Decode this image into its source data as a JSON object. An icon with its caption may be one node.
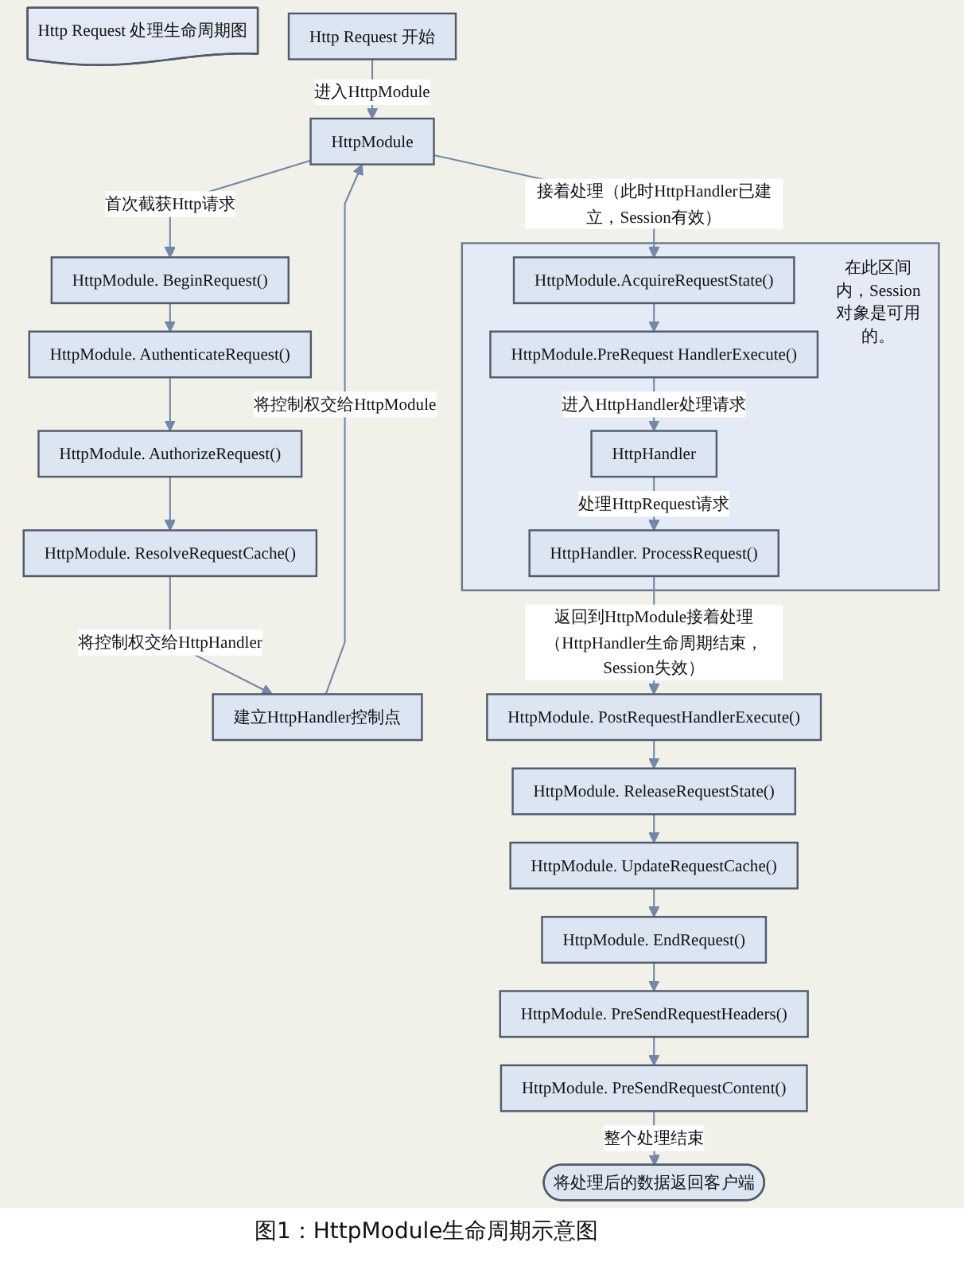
{
  "diagram": {
    "caption": "图1：HttpModule生命周期示意图",
    "nodes": [
      {
        "text": [
          "Http Request 处理生命周期图"
        ]
      },
      {
        "text": [
          "Http Request 开始"
        ]
      },
      {
        "text": [
          "HttpModule"
        ]
      },
      {
        "text": [
          "HttpModule. BeginRequest()"
        ]
      },
      {
        "text": [
          "HttpModule. AuthenticateRequest()"
        ]
      },
      {
        "text": [
          "HttpModule. AuthorizeRequest()"
        ]
      },
      {
        "text": [
          "HttpModule. ResolveRequestCache()"
        ]
      },
      {
        "text": [
          "建立HttpHandler控制点"
        ]
      },
      {
        "text": [
          "在此区间内，Session对象是可用的。"
        ]
      },
      {
        "text": [
          "HttpModule.AcquireRequestState()"
        ],
        "in": 8
      },
      {
        "text": [
          "HttpModule.PreRequest HandlerExecute()"
        ],
        "in": 8
      },
      {
        "text": [
          "HttpHandler"
        ],
        "in": 8
      },
      {
        "text": [
          "HttpHandler. ProcessRequest()"
        ],
        "in": 8
      },
      {
        "text": [
          "HttpModule. PostRequestHandlerExecute()"
        ]
      },
      {
        "text": [
          "HttpModule. ReleaseRequestState()"
        ]
      },
      {
        "text": [
          "HttpModule. UpdateRequestCache()"
        ]
      },
      {
        "text": [
          "HttpModule. EndRequest()"
        ]
      },
      {
        "text": [
          "HttpModule. PreSendRequestHeaders()"
        ]
      },
      {
        "text": [
          "HttpModule. PreSendRequestContent()"
        ]
      },
      {
        "text": [
          "将处理后的数据返回客户端"
        ]
      }
    ],
    "edges": [
      {
        "from": 1,
        "to": 2,
        "arrow": "to",
        "label": "进入HttpModule"
      },
      {
        "from": 2,
        "to": 3,
        "arrow": "to",
        "label": "首次截获Http请求"
      },
      {
        "from": 3,
        "to": 4,
        "arrow": "to"
      },
      {
        "from": 4,
        "to": 5,
        "arrow": "to"
      },
      {
        "from": 5,
        "to": 6,
        "arrow": "to"
      },
      {
        "from": 6,
        "to": 7,
        "arrow": "to",
        "label": "将控制权交给HttpHandler"
      },
      {
        "from": 7,
        "to": 2,
        "arrow": "to",
        "label": "将控制权交给HttpModule"
      },
      {
        "from": 2,
        "to": 9,
        "arrow": "to",
        "label": "接着处理（此时HttpHandler已建立，Session有效）"
      },
      {
        "from": 9,
        "to": 10,
        "arrow": "to"
      },
      {
        "from": 10,
        "to": 11,
        "arrow": "to",
        "label": "进入HttpHandler处理请求"
      },
      {
        "from": 11,
        "to": 12,
        "arrow": "to",
        "label": "处理HttpRequest请求"
      },
      {
        "from": 12,
        "to": 13,
        "arrow": "to",
        "label": "返回到HttpModule接着处理（HttpHandler生命周期结束，Session失效）"
      },
      {
        "from": 13,
        "to": 14,
        "arrow": "to"
      },
      {
        "from": 14,
        "to": 15,
        "arrow": "to"
      },
      {
        "from": 15,
        "to": 16,
        "arrow": "to"
      },
      {
        "from": 16,
        "to": 17,
        "arrow": "to"
      },
      {
        "from": 17,
        "to": 18,
        "arrow": "to"
      },
      {
        "from": 18,
        "to": 19,
        "arrow": "to",
        "label": "整个处理结束"
      }
    ]
  }
}
